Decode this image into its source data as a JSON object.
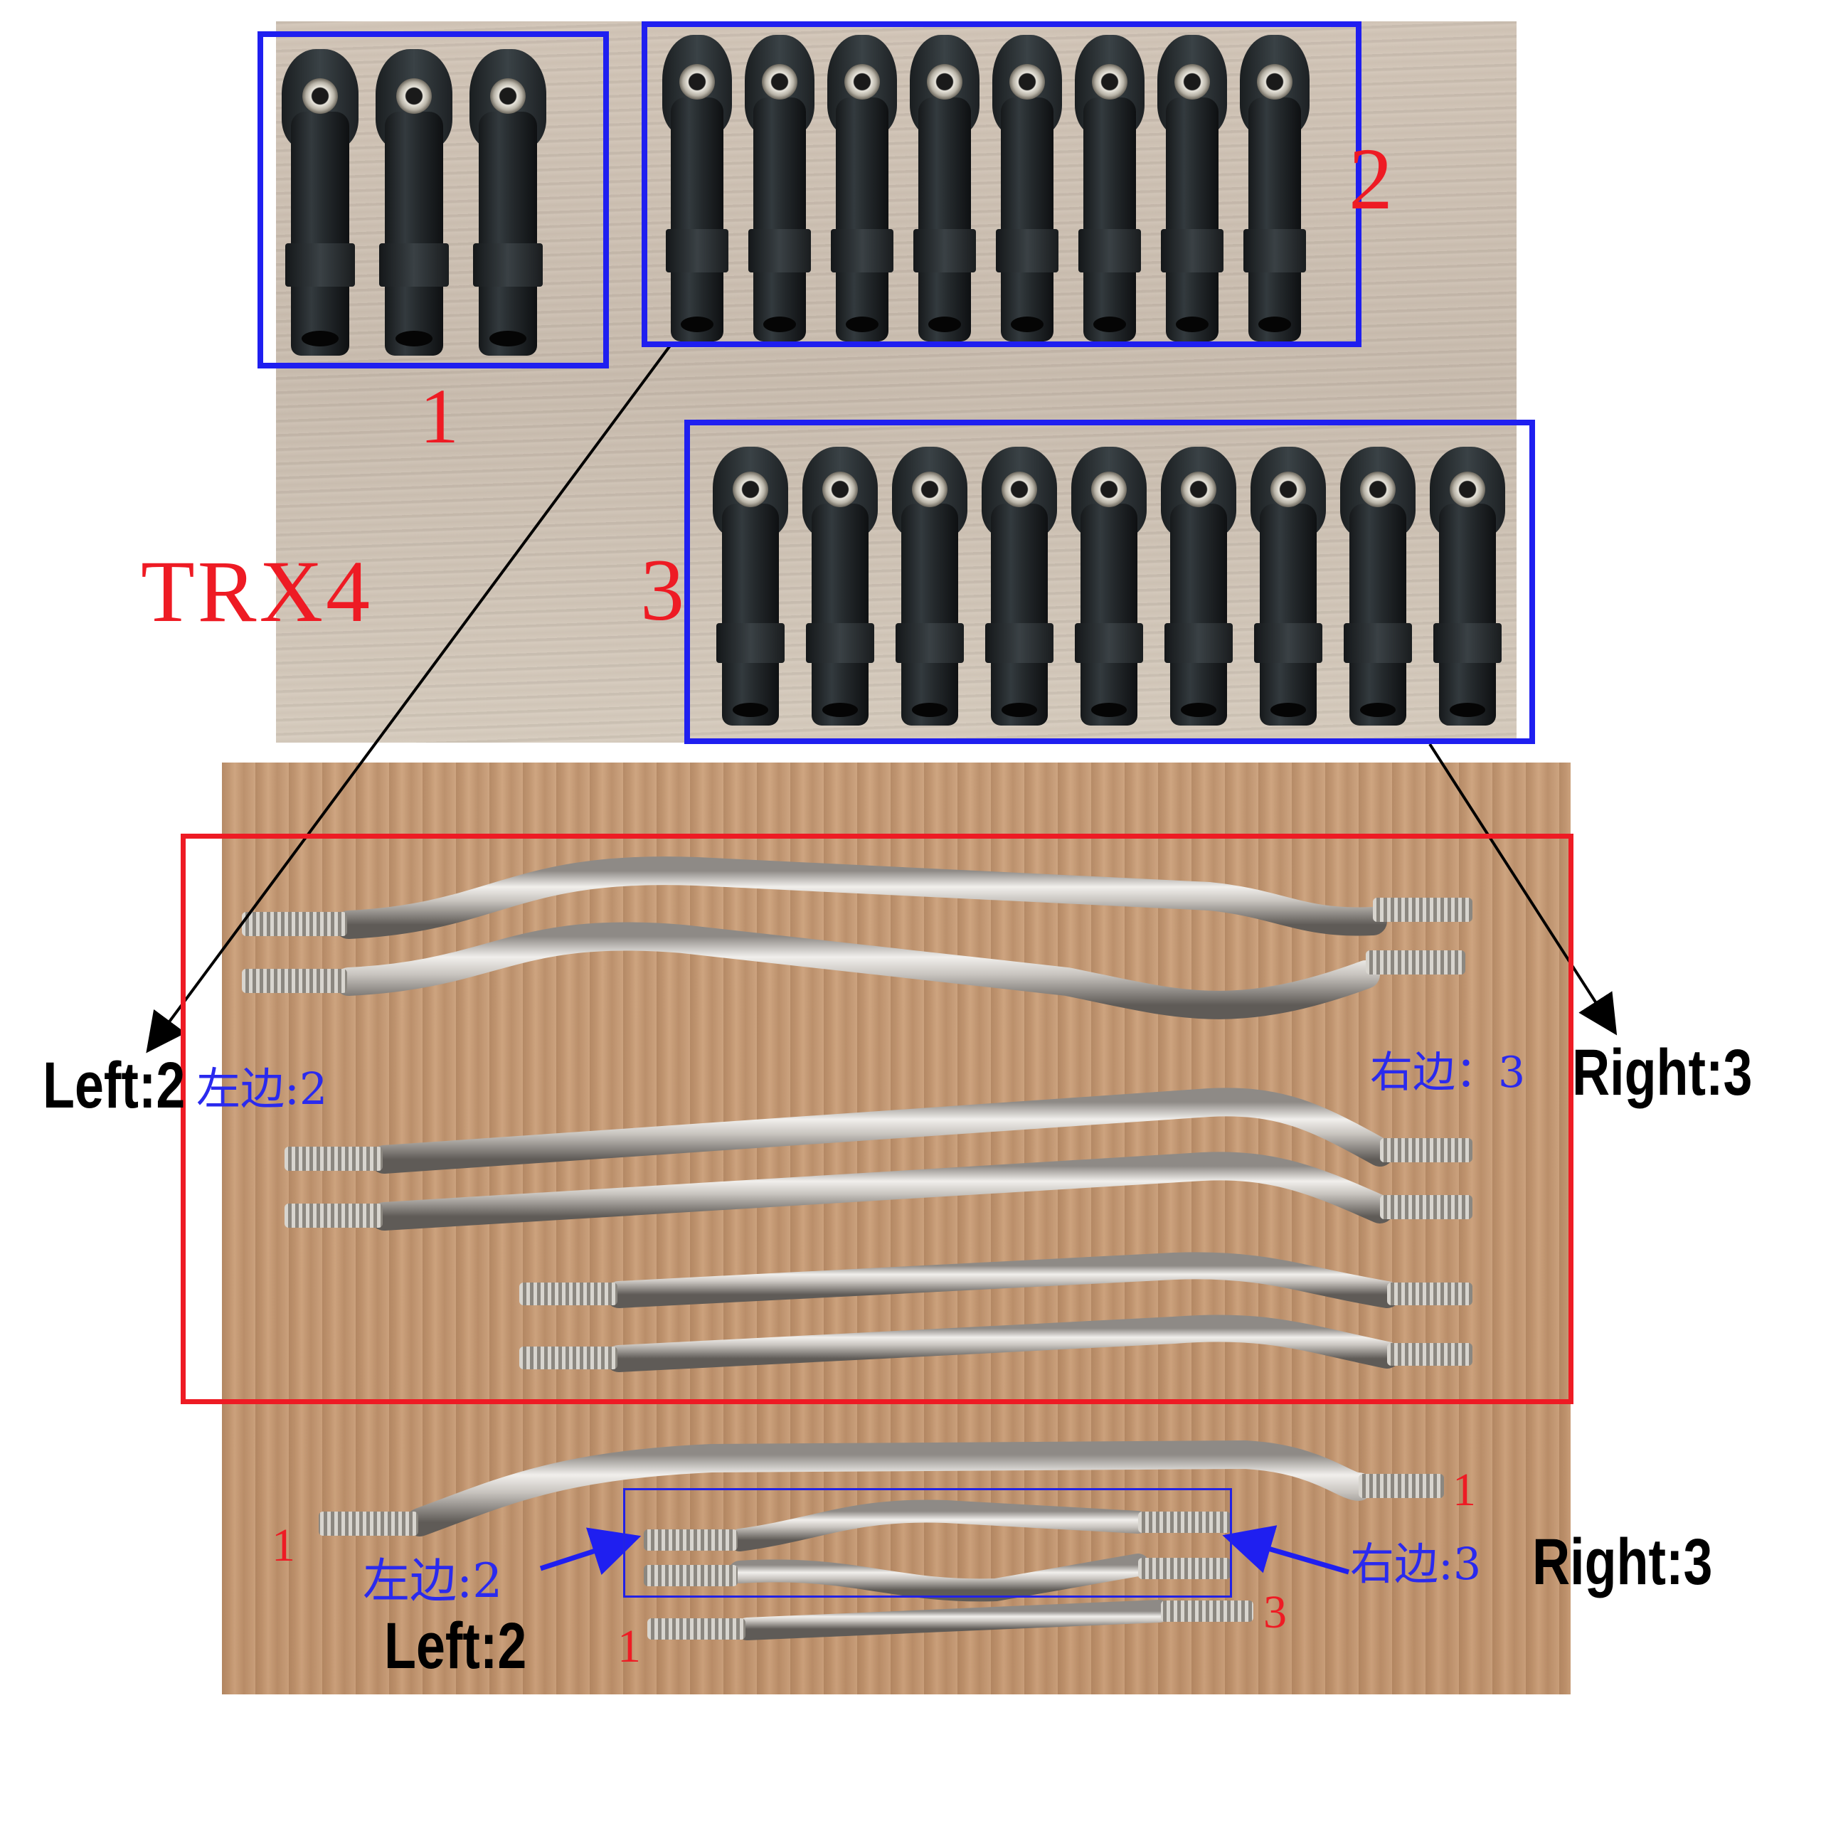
{
  "title": "TRX4",
  "groups": {
    "g1": {
      "number": "1",
      "count": 3
    },
    "g2": {
      "number": "2",
      "count": 8
    },
    "g3": {
      "number": "3",
      "count": 9
    }
  },
  "callouts": {
    "left_en": "Left:2",
    "left_cn": "左边:2",
    "right_cn": "右边：3",
    "right_en": "Right:3"
  },
  "bottom_callouts": {
    "left_cn": "左边:2",
    "left_en": "Left:2",
    "right_cn": "右边:3",
    "right_en": "Right:3",
    "long_link_left": "1",
    "long_link_right": "1",
    "short_link_left": "1",
    "short_link_right": "3"
  },
  "colors": {
    "group_box": "#1f1ff0",
    "rods_box": "#ee1b24",
    "number_text": "#ee1b24",
    "chinese_text": "#2a2aee",
    "english_text": "#000000"
  }
}
